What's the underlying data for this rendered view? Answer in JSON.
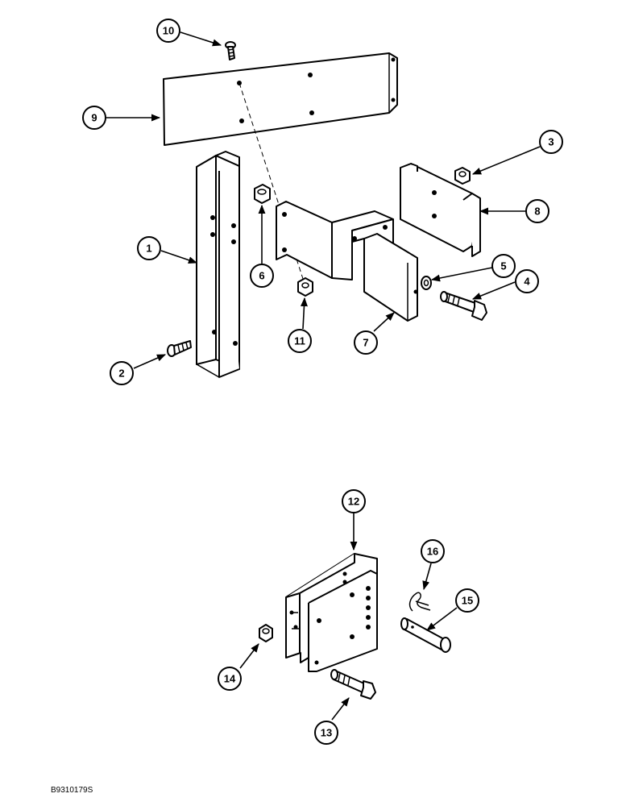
{
  "callouts": {
    "c1": "1",
    "c2": "2",
    "c3": "3",
    "c4": "4",
    "c5": "5",
    "c6": "6",
    "c7": "7",
    "c8": "8",
    "c9": "9",
    "c10": "10",
    "c11": "11",
    "c12": "12",
    "c13": "13",
    "c14": "14",
    "c15": "15",
    "c16": "16"
  },
  "drawing_code": "B9310179S"
}
